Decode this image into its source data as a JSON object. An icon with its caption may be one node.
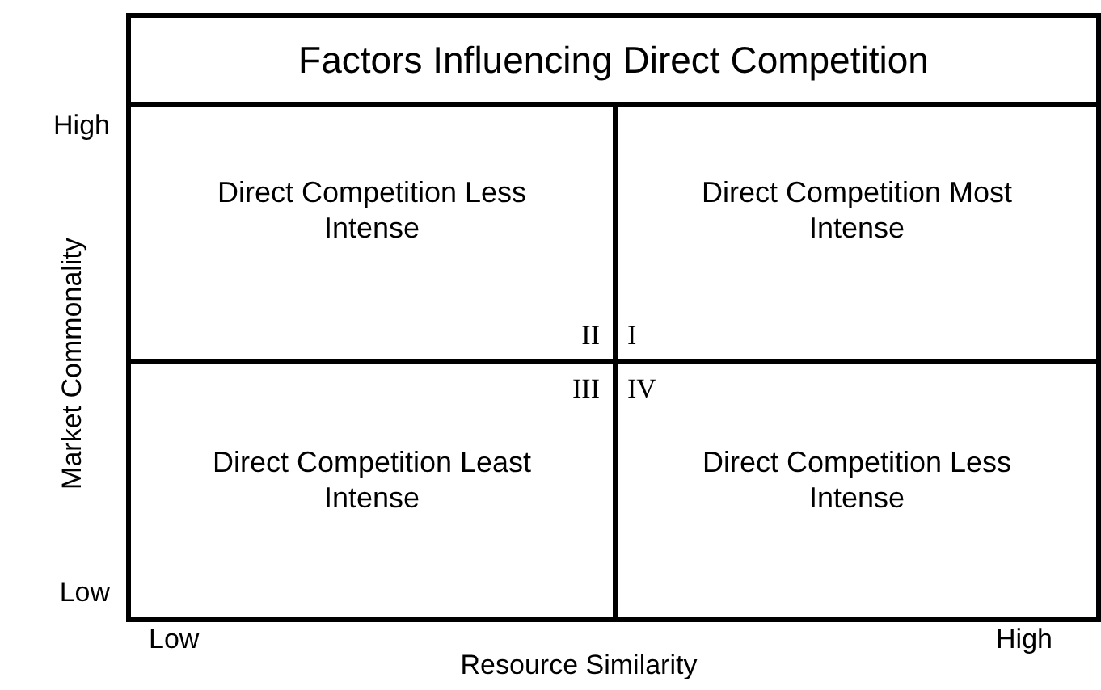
{
  "diagram": {
    "title": "Factors Influencing Direct Competition",
    "nodes": [
      {
        "text": [
          "Direct Competition Less Intense",
          "II"
        ]
      },
      {
        "text": [
          "Direct Competition Most Intense",
          "I"
        ]
      },
      {
        "text": [
          "Direct Competition Least Intense",
          "III"
        ]
      },
      {
        "text": [
          "Direct Competition Less Intense",
          "IV"
        ]
      }
    ],
    "edges": [],
    "labels": [
      "High",
      "Market Commonality",
      "Low",
      "Low",
      "Resource Similarity",
      "High"
    ]
  }
}
